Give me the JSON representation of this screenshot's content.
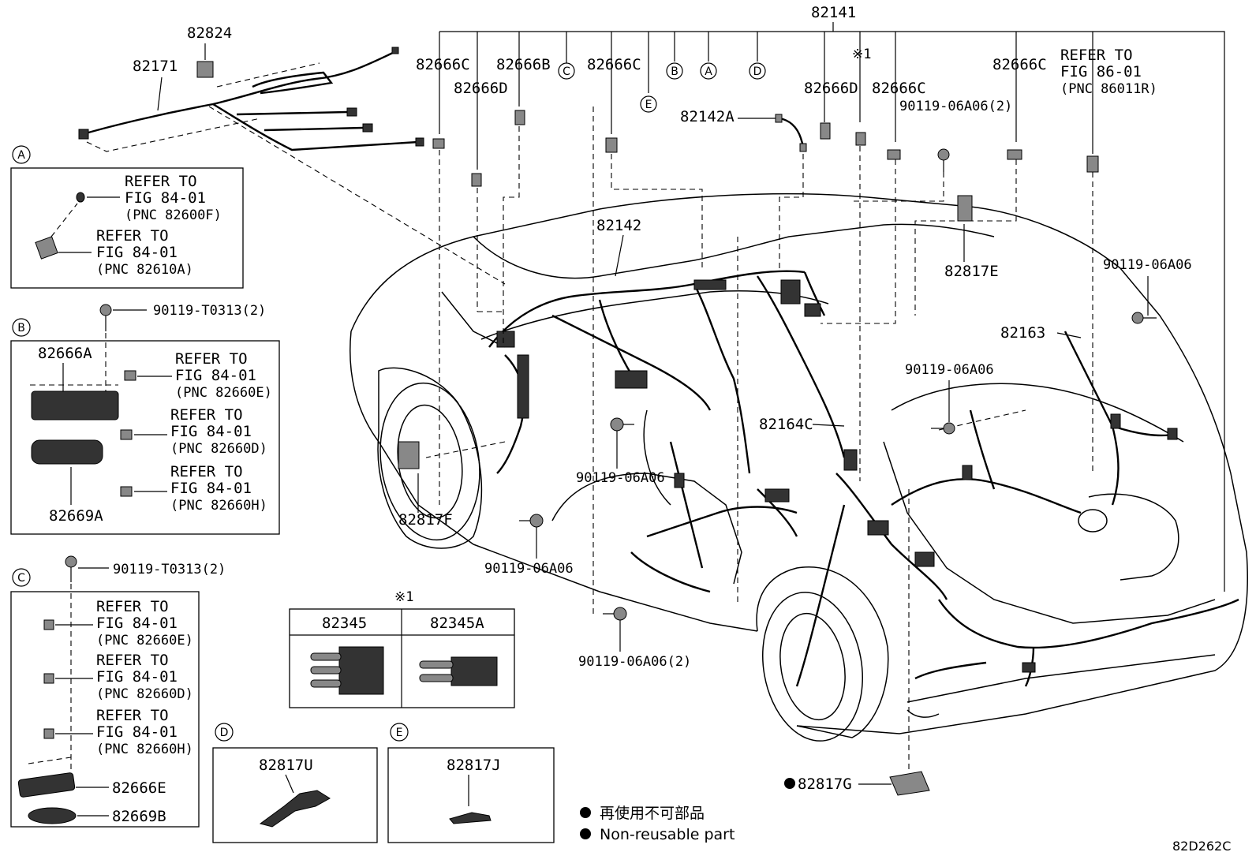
{
  "main_part": "82141",
  "top_labels": {
    "l82824": "82824",
    "l82171": "82171",
    "l82666C_1": "82666C",
    "l82666D_1": "82666D",
    "l82666B": "82666B",
    "l82666C_2": "82666C",
    "l82142A": "82142A",
    "l82666D_2": "82666D",
    "note_mark": "※1",
    "l82666C_3": "82666C",
    "bolt_top": "90119-06A06(2)",
    "l82666C_4": "82666C",
    "refer86_1": "REFER TO",
    "refer86_2": "FIG 86-01",
    "refer86_3": "(PNC 86011R)"
  },
  "circle_letters": [
    "A",
    "B",
    "C",
    "D",
    "E"
  ],
  "body_labels": {
    "l82142": "82142",
    "l82817E": "82817E",
    "bolt_right": "90119-06A06",
    "l82163": "82163",
    "bolt_mid": "90119-06A06",
    "l82164C": "82164C",
    "bolt_left": "90119-06A06",
    "l82817F": "82817F",
    "bolt_bottom": "90119-06A06",
    "bolt_bottom2": "90119-06A06(2)",
    "l82817G": "82817G",
    "drawing_no": "82D262C"
  },
  "inset_A": {
    "letter": "A",
    "ref1": [
      "REFER TO",
      "FIG 84-01",
      "(PNC 82600F)"
    ],
    "ref2": [
      "REFER TO",
      "FIG 84-01",
      "(PNC 82610A)"
    ]
  },
  "inset_B": {
    "letter": "B",
    "bolt": "90119-T0313(2)",
    "part1": "82666A",
    "part2": "82669A",
    "ref1": [
      "REFER TO",
      "FIG 84-01",
      "(PNC 82660E)"
    ],
    "ref2": [
      "REFER TO",
      "FIG 84-01",
      "(PNC 82660D)"
    ],
    "ref3": [
      "REFER TO",
      "FIG 84-01",
      "(PNC 82660H)"
    ]
  },
  "inset_C": {
    "letter": "C",
    "bolt": "90119-T0313(2)",
    "part1": "82666E",
    "part2": "82669B",
    "ref1": [
      "REFER TO",
      "FIG 84-01",
      "(PNC 82660E)"
    ],
    "ref2": [
      "REFER TO",
      "FIG 84-01",
      "(PNC 82660D)"
    ],
    "ref3": [
      "REFER TO",
      "FIG 84-01",
      "(PNC 82660H)"
    ]
  },
  "inset_D": {
    "letter": "D",
    "part": "82817U"
  },
  "inset_E": {
    "letter": "E",
    "part": "82817J"
  },
  "inset_fuse": {
    "mark": "※1",
    "col1": "82345",
    "col2": "82345A"
  },
  "legend": {
    "japanese": "再使用不可部品",
    "english": "Non-reusable part"
  }
}
